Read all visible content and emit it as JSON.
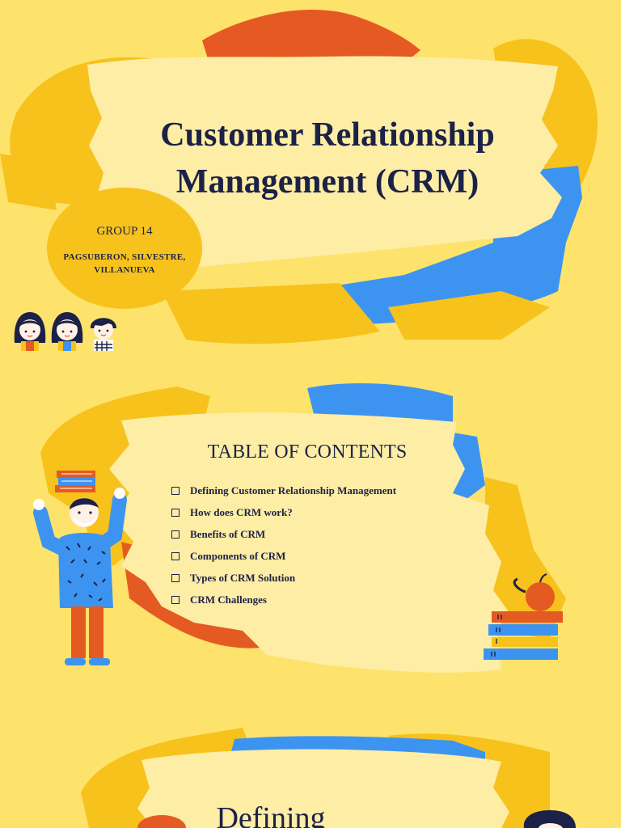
{
  "slide1": {
    "title_line1": "Customer Relationship",
    "title_line2": "Management (CRM)",
    "group_label": "GROUP 14",
    "members_line1": "PAGSUBERON, SILVESTRE,",
    "members_line2": "VILLANUEVA"
  },
  "slide2": {
    "heading": "TABLE OF CONTENTS",
    "items": [
      "Defining Customer Relationship Management",
      "How does CRM work?",
      "Benefits of CRM",
      "Components of CRM",
      "Types of CRM Solution",
      "CRM Challenges"
    ]
  },
  "slide3": {
    "heading": "Defining"
  },
  "colors": {
    "background": "#fde36b",
    "cream": "#fdeda5",
    "orange": "#e55a22",
    "blue": "#3d94f0",
    "gold": "#f7c21c",
    "navy": "#1c2147"
  }
}
